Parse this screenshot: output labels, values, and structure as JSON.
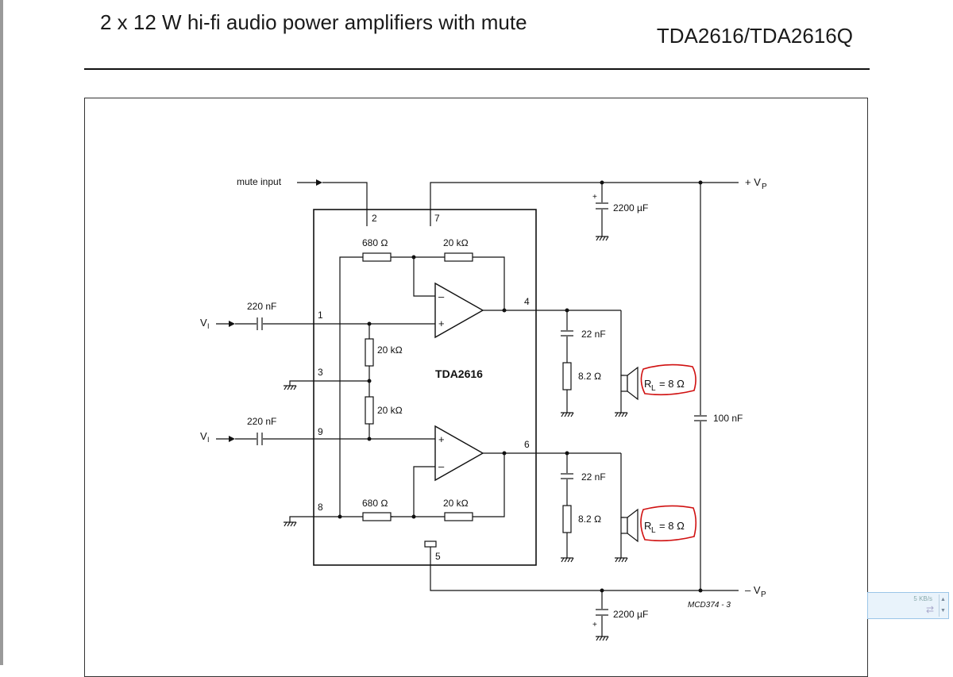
{
  "header": {
    "title": "2 x 12 W hi-fi audio power amplifiers with mute",
    "part_number": "TDA2616/TDA2616Q"
  },
  "diagram": {
    "ic_name": "TDA2616",
    "figure_code": "MCD374 - 3",
    "mute_input": "mute input",
    "supply_pos": "+ V",
    "supply_pos_sub": "P",
    "supply_neg": "– V",
    "supply_neg_sub": "P",
    "input_label": "V",
    "input_label_sub": "I",
    "pins": {
      "p1": "1",
      "p2": "2",
      "p3": "3",
      "p4": "4",
      "p5": "5",
      "p6": "6",
      "p7": "7",
      "p8": "8",
      "p9": "9"
    },
    "components": {
      "r_in_top": "680 Ω",
      "r_fb_top": "20 kΩ",
      "r_in_bottom": "680 Ω",
      "r_fb_bottom": "20 kΩ",
      "r_div_top": "20 kΩ",
      "r_div_bottom": "20 kΩ",
      "c_in_top": "220 nF",
      "c_in_bottom": "220 nF",
      "c_snub_top": "22 nF",
      "c_snub_bottom": "22 nF",
      "r_snub_top": "8.2 Ω",
      "r_snub_bottom": "8.2 Ω",
      "c_supply_top": "2200 µF",
      "c_supply_bottom": "2200 µF",
      "c_decouple": "100 nF",
      "load_top": "R",
      "load_top_sub": "L",
      "load_top_value": "= 8 Ω",
      "load_bottom": "R",
      "load_bottom_sub": "L",
      "load_bottom_value": "= 8 Ω"
    },
    "opamp_signs": {
      "minus": "–",
      "plus": "+"
    },
    "cap_polarity": "+"
  },
  "overlay": {
    "file_size": "5 KB/s"
  }
}
